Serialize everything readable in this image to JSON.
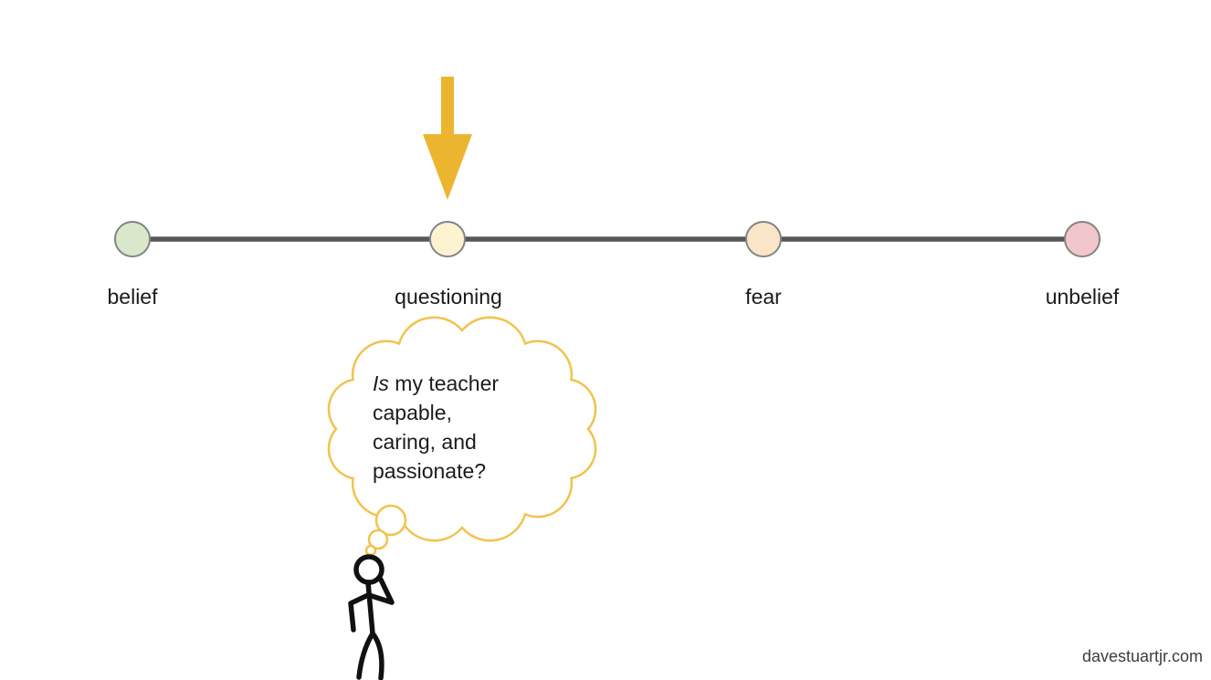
{
  "spectrum": {
    "line_color": "#58585a",
    "node_border_color": "#848484",
    "nodes": [
      {
        "label": "belief",
        "color": "#d9e8ca"
      },
      {
        "label": "questioning",
        "color": "#fdf3d1"
      },
      {
        "label": "fear",
        "color": "#fae5c8"
      },
      {
        "label": "unbelief",
        "color": "#f2c7cb"
      }
    ]
  },
  "arrow": {
    "color": "#ebb52f"
  },
  "thought_bubble": {
    "border_color": "#f1c34e",
    "fill_color": "#ffffff",
    "text": "Is my teacher capable, caring, and passionate?",
    "lines": [
      {
        "italic": "Is",
        "rest": " my teacher"
      },
      {
        "italic": "",
        "rest": "capable,"
      },
      {
        "italic": "",
        "rest": "caring, and"
      },
      {
        "italic": "",
        "rest": "passionate?"
      }
    ]
  },
  "figure": {
    "color": "#111111"
  },
  "watermark": {
    "text": "davestuartjr.com"
  }
}
